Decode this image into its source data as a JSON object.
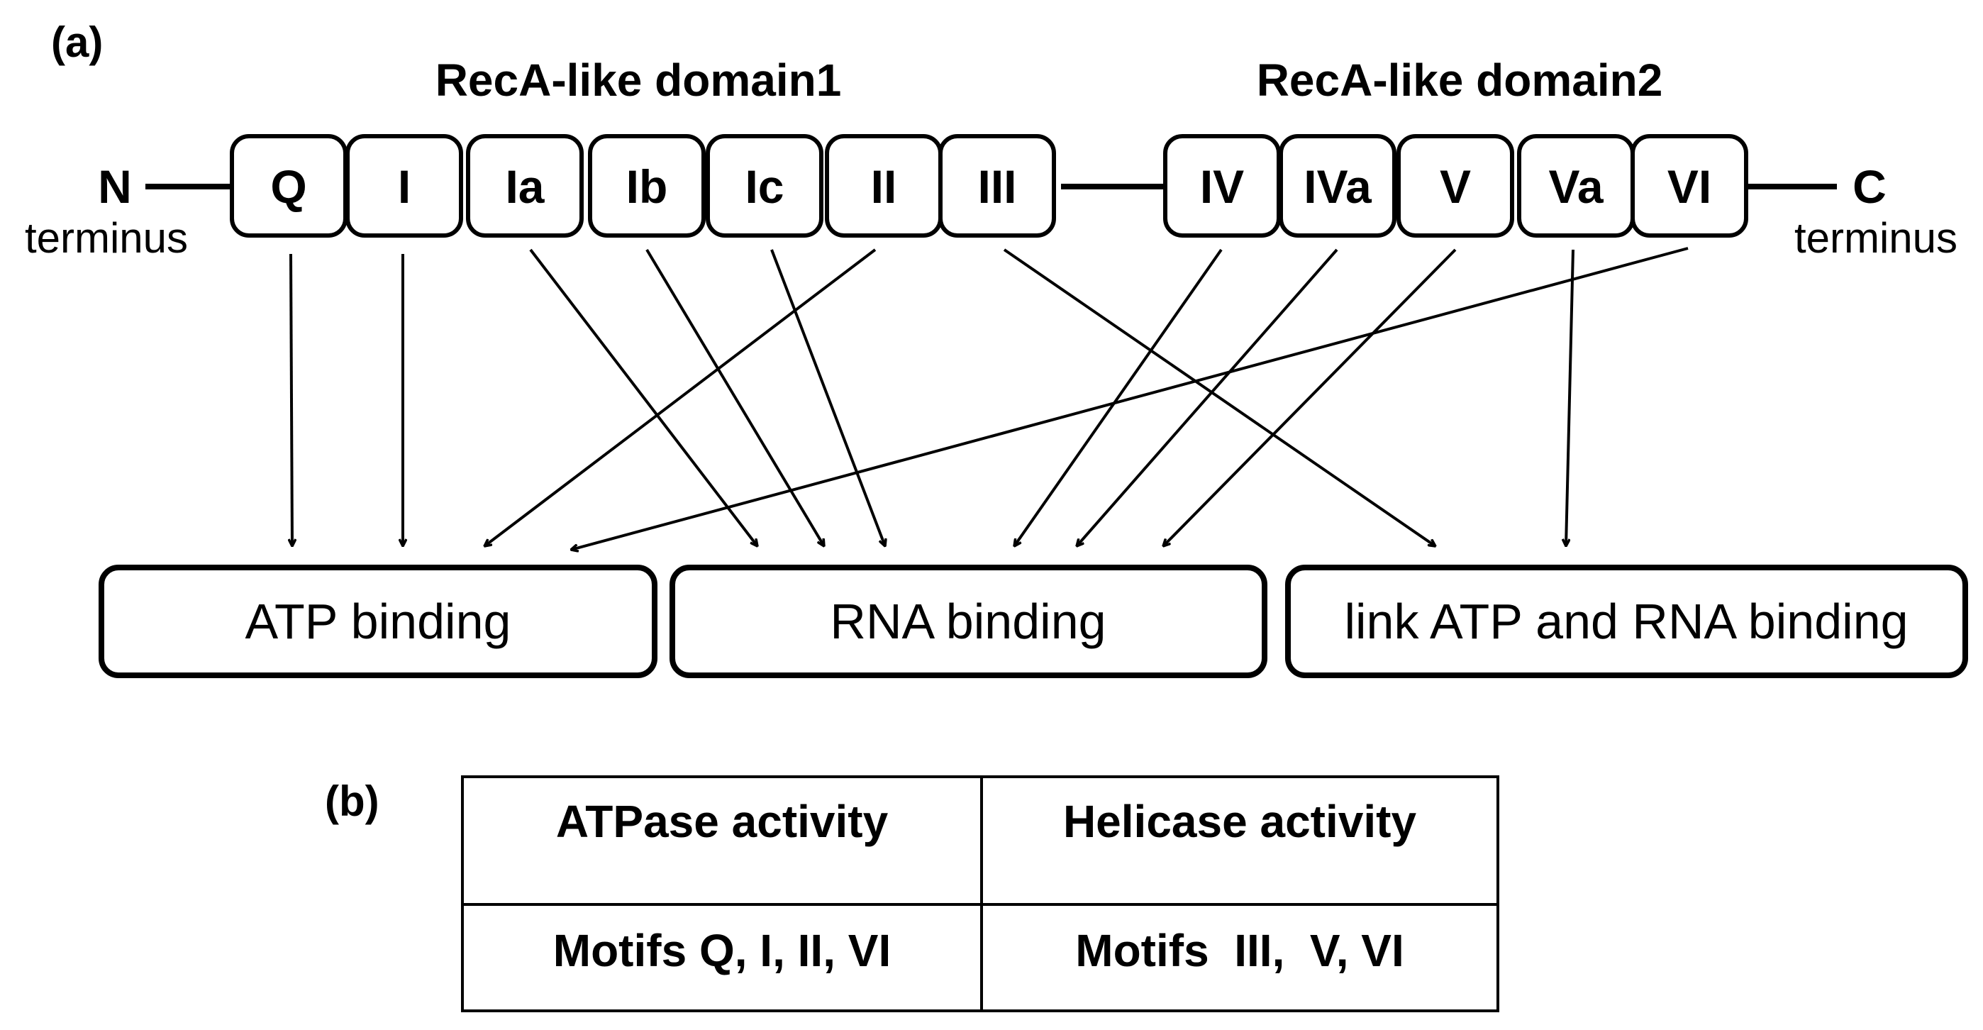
{
  "panel_a": {
    "label": "(a)",
    "domain1_title": "RecA-like domain1",
    "domain2_title": "RecA-like domain2",
    "n_terminus": {
      "letter": "N",
      "word": "terminus"
    },
    "c_terminus": {
      "letter": "C",
      "word": "terminus"
    },
    "motifs_domain1": [
      "Q",
      "I",
      "Ia",
      "Ib",
      "Ic",
      "II",
      "III"
    ],
    "motifs_domain2": [
      "IV",
      "IVa",
      "V",
      "Va",
      "VI"
    ],
    "functions": [
      "ATP binding",
      "RNA binding",
      "link ATP and RNA binding"
    ],
    "arrows": [
      {
        "from": "Q",
        "to": "ATP binding"
      },
      {
        "from": "I",
        "to": "ATP binding"
      },
      {
        "from": "Ia",
        "to": "RNA binding"
      },
      {
        "from": "Ib",
        "to": "RNA binding"
      },
      {
        "from": "Ic",
        "to": "RNA binding"
      },
      {
        "from": "II",
        "to": "ATP binding"
      },
      {
        "from": "III",
        "to": "link ATP and RNA binding"
      },
      {
        "from": "IV",
        "to": "RNA binding"
      },
      {
        "from": "IVa",
        "to": "RNA binding"
      },
      {
        "from": "V",
        "to": "RNA binding"
      },
      {
        "from": "Va",
        "to": "link ATP and RNA binding"
      },
      {
        "from": "VI",
        "to": "ATP binding"
      }
    ]
  },
  "panel_b": {
    "label": "(b)",
    "headers": [
      "ATPase activity",
      "Helicase activity"
    ],
    "rows": [
      [
        "Motifs Q, I, II, VI",
        "Motifs  III,  V, VI"
      ]
    ]
  }
}
